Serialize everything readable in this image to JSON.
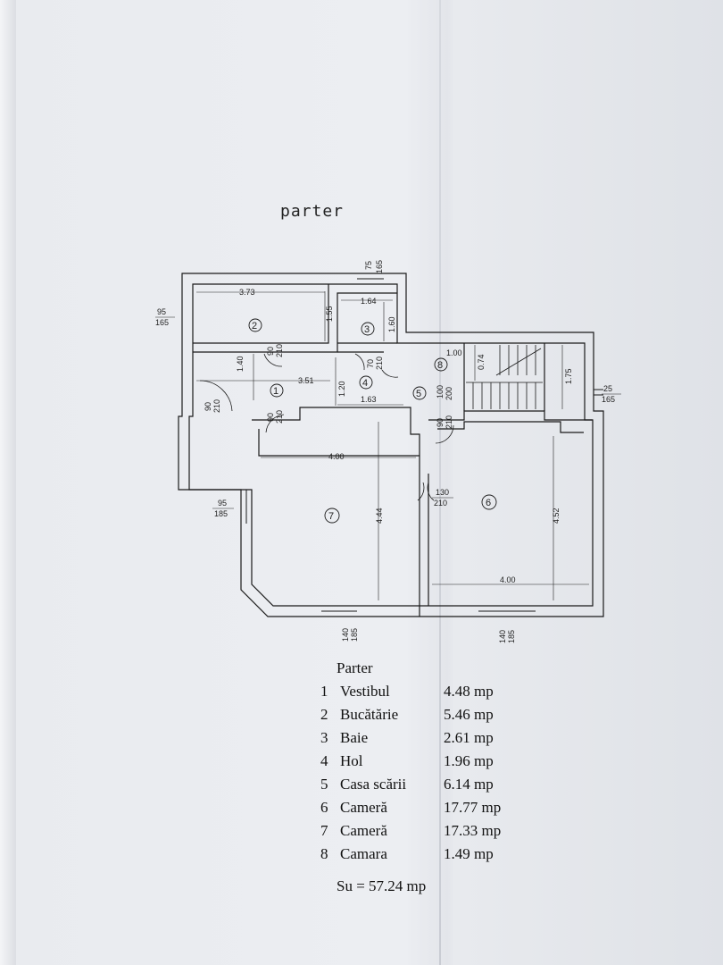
{
  "title": "parter",
  "legend": {
    "heading": "Parter",
    "rooms": [
      {
        "num": "1",
        "name": "Vestibul",
        "area": "4.48 mp"
      },
      {
        "num": "2",
        "name": "Bucătărie",
        "area": "5.46 mp"
      },
      {
        "num": "3",
        "name": "Baie",
        "area": "2.61 mp"
      },
      {
        "num": "4",
        "name": "Hol",
        "area": "1.96 mp"
      },
      {
        "num": "5",
        "name": "Casa scării",
        "area": "6.14 mp"
      },
      {
        "num": "6",
        "name": "Cameră",
        "area": "17.77 mp"
      },
      {
        "num": "7",
        "name": "Cameră",
        "area": "17.33 mp"
      },
      {
        "num": "8",
        "name": "Camara",
        "area": "1.49 mp"
      }
    ],
    "total": "Su = 57.24 mp"
  },
  "dimensions": {
    "d_373": "3.73",
    "d_155": "1.55",
    "d_164": "1.64",
    "d_160": "1.60",
    "d_140": "1.40",
    "d_351": "3.51",
    "d_120": "1.20",
    "d_163": "1.63",
    "d_100": "1.00",
    "d_074": "0.74",
    "d_175": "1.75",
    "d_400a": "4.00",
    "d_444": "4.44",
    "d_452": "4.52",
    "d_400b": "4.00"
  },
  "openings": {
    "o_75": "75",
    "o_165a": "165",
    "o_95a": "95",
    "o_165b": "165",
    "o_90a": "90",
    "o_210a": "210",
    "o_70": "70",
    "o_210b": "210",
    "o_90b": "90",
    "o_210c": "210",
    "o_90c": "90",
    "o_210d": "210",
    "o_100": "100",
    "o_200": "200",
    "o_90d": "90",
    "o_210e": "210",
    "o_25": "25",
    "o_165c": "165",
    "o_95b": "95",
    "o_185a": "185",
    "o_130": "130",
    "o_210f": "210",
    "o_140a": "140",
    "o_185b": "185",
    "o_140b": "140",
    "o_185c": "185"
  },
  "room_markers": [
    "1",
    "2",
    "3",
    "4",
    "5",
    "6",
    "7",
    "8"
  ]
}
